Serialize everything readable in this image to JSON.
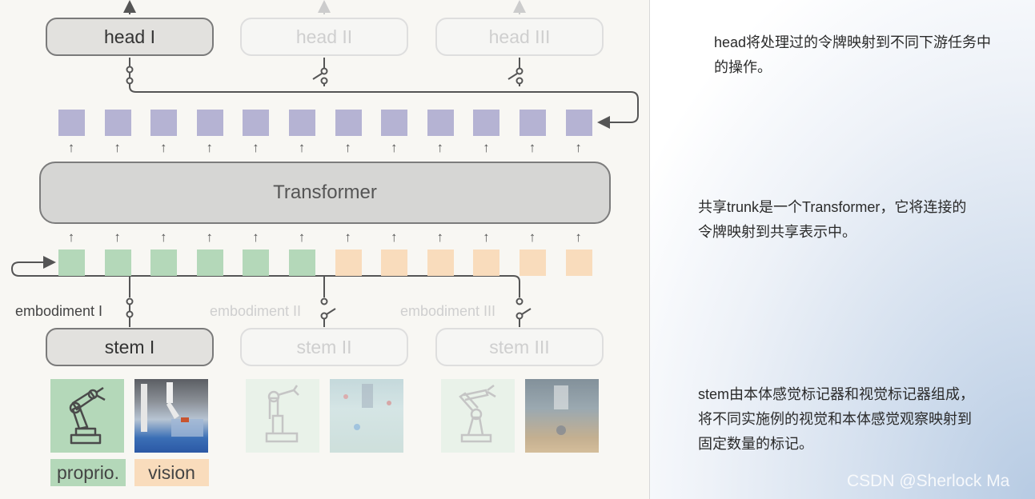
{
  "heads": [
    {
      "label": "head I",
      "active": true
    },
    {
      "label": "head II",
      "active": false
    },
    {
      "label": "head III",
      "active": false
    }
  ],
  "trunk": {
    "label": "Transformer"
  },
  "tokens": {
    "output_color": "#b5b3d3",
    "proprio_color": "#b4d8b9",
    "vision_color": "#f9dcbc"
  },
  "embodiments": [
    {
      "label": "embodiment I",
      "active": true
    },
    {
      "label": "embodiment II",
      "active": false
    },
    {
      "label": "embodiment III",
      "active": false
    }
  ],
  "stems": [
    {
      "label": "stem I",
      "active": true
    },
    {
      "label": "stem II",
      "active": false
    },
    {
      "label": "stem III",
      "active": false
    }
  ],
  "inputs": {
    "proprio_label": "proprio.",
    "vision_label": "vision"
  },
  "descriptions": {
    "head_line1": "head将处理过的令牌映射到不同下游任务中",
    "head_line2": "的操作。",
    "trunk_line1": "共享trunk是一个Transformer，它将连接的",
    "trunk_line2": "令牌映射到共享表示中。",
    "stem_line1": "stem由本体感觉标记器和视觉标记器组成，",
    "stem_line2": "将不同实施例的视觉和本体感觉观察映射到",
    "stem_line3": "固定数量的标记。"
  },
  "watermark": "CSDN @Sherlock  Ma"
}
